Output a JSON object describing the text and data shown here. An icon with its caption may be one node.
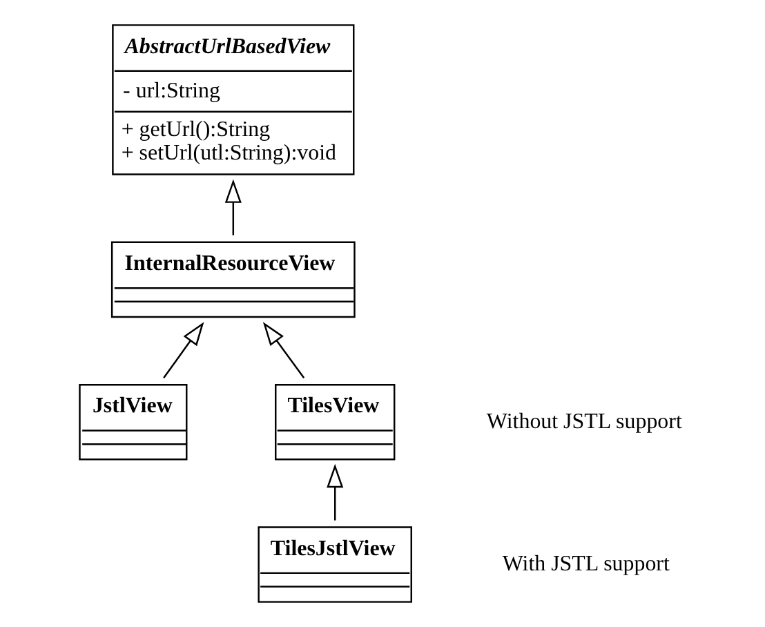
{
  "diagram": {
    "nodes": [
      {
        "text": [
          "AbstractUrlBasedView",
          "- url:String",
          "+ getUrl():String",
          "+ setUrl(utl:String):void"
        ]
      },
      {
        "text": [
          "InternalResourceView"
        ]
      },
      {
        "text": [
          "JstlView"
        ]
      },
      {
        "text": [
          "TilesView"
        ]
      },
      {
        "text": [
          "TilesJstlView"
        ]
      }
    ],
    "edges": [
      {
        "from": 1,
        "to": 0,
        "arrow": "to"
      },
      {
        "from": 2,
        "to": 1,
        "arrow": "to"
      },
      {
        "from": 3,
        "to": 1,
        "arrow": "to"
      },
      {
        "from": 4,
        "to": 3,
        "arrow": "to"
      }
    ],
    "labels": [
      "Without JSTL support",
      "With JSTL support"
    ]
  }
}
